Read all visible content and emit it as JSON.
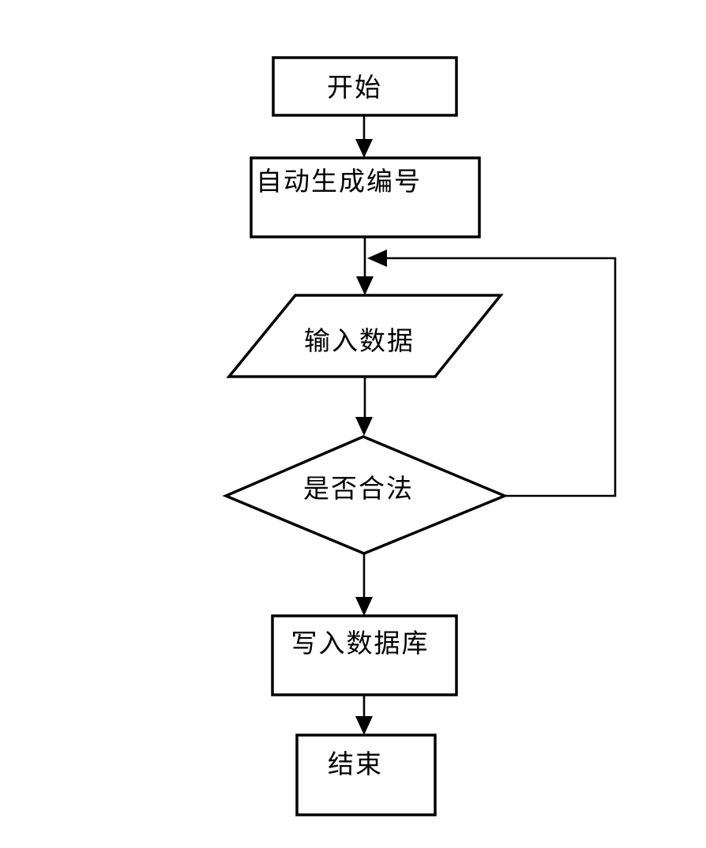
{
  "flowchart": {
    "description": "Data entry validation flowchart",
    "colors": {
      "background": "#ffffff",
      "stroke": "#000000",
      "text": "#000000"
    },
    "nodes": [
      {
        "id": "start",
        "shape": "rectangle",
        "label": "开始"
      },
      {
        "id": "auto-generate-number",
        "shape": "rectangle",
        "label": "自动生成编号"
      },
      {
        "id": "input-data",
        "shape": "parallelogram",
        "label": "输入数据"
      },
      {
        "id": "is-valid",
        "shape": "diamond",
        "label": "是否合法"
      },
      {
        "id": "write-database",
        "shape": "rectangle",
        "label": "写入数据库"
      },
      {
        "id": "end",
        "shape": "rectangle",
        "label": "结束"
      }
    ],
    "edges": [
      {
        "from": "start",
        "to": "auto-generate-number",
        "style": "arrow-down"
      },
      {
        "from": "auto-generate-number",
        "to": "input-data",
        "style": "arrow-down"
      },
      {
        "from": "input-data",
        "to": "is-valid",
        "style": "arrow-down"
      },
      {
        "from": "is-valid",
        "to": "input-data",
        "style": "loop-back-right"
      },
      {
        "from": "is-valid",
        "to": "write-database",
        "style": "arrow-down"
      },
      {
        "from": "write-database",
        "to": "end",
        "style": "arrow-down"
      }
    ]
  }
}
